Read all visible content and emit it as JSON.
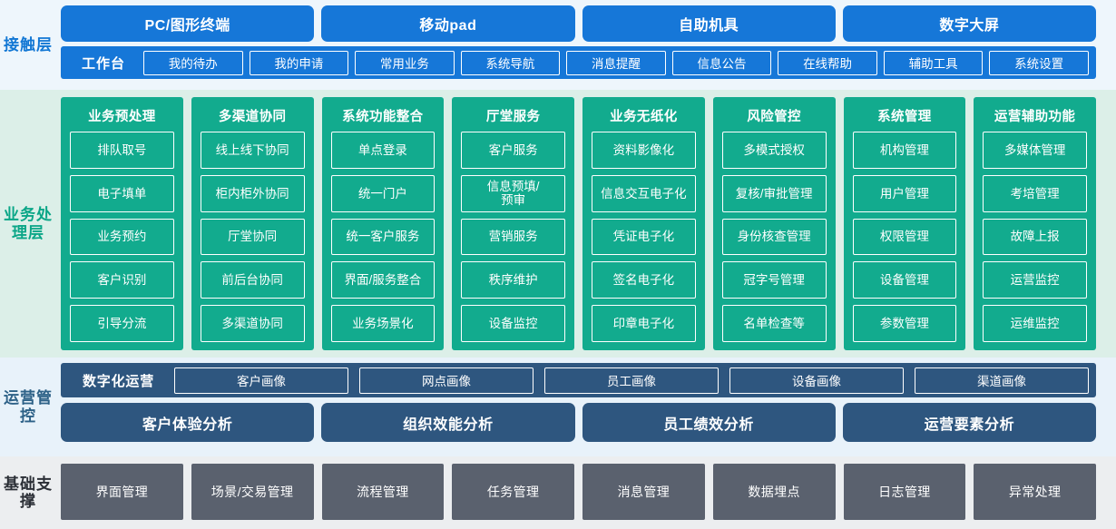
{
  "layers": {
    "contact": {
      "label": "接触层",
      "channels": [
        "PC/图形终端",
        "移动pad",
        "自助机具",
        "数字大屏"
      ],
      "quick_title": "工作台",
      "quick_items": [
        "我的待办",
        "我的申请",
        "常用业务",
        "系统导航",
        "消息提醒",
        "信息公告",
        "在线帮助",
        "辅助工具",
        "系统设置"
      ]
    },
    "business": {
      "label": "业务处理层",
      "columns": [
        {
          "title": "业务预处理",
          "items": [
            "排队取号",
            "电子填单",
            "业务预约",
            "客户识别",
            "引导分流"
          ]
        },
        {
          "title": "多渠道协同",
          "items": [
            "线上线下协同",
            "柜内柜外协同",
            "厅堂协同",
            "前后台协同",
            "多渠道协同"
          ]
        },
        {
          "title": "系统功能整合",
          "items": [
            "单点登录",
            "统一门户",
            "统一客户服务",
            "界面/服务整合",
            "业务场景化"
          ]
        },
        {
          "title": "厅堂服务",
          "items": [
            "客户服务",
            "信息预填/\n预审",
            "营销服务",
            "秩序维护",
            "设备监控"
          ]
        },
        {
          "title": "业务无纸化",
          "items": [
            "资料影像化",
            "信息交互电子化",
            "凭证电子化",
            "签名电子化",
            "印章电子化"
          ]
        },
        {
          "title": "风险管控",
          "items": [
            "多模式授权",
            "复核/审批管理",
            "身份核查管理",
            "冠字号管理",
            "名单检查等"
          ]
        },
        {
          "title": "系统管理",
          "items": [
            "机构管理",
            "用户管理",
            "权限管理",
            "设备管理",
            "参数管理"
          ]
        },
        {
          "title": "运营辅助功能",
          "items": [
            "多媒体管理",
            "考培管理",
            "故障上报",
            "运营监控",
            "运维监控"
          ]
        }
      ]
    },
    "operations": {
      "label": "运营管控",
      "portrait_title": "数字化运营",
      "portraits": [
        "客户画像",
        "网点画像",
        "员工画像",
        "设备画像",
        "渠道画像"
      ],
      "analyses": [
        "客户体验分析",
        "组织效能分析",
        "员工绩效分析",
        "运营要素分析"
      ]
    },
    "foundation": {
      "label": "基础支撑",
      "items": [
        "界面管理",
        "场景/交易管理",
        "流程管理",
        "任务管理",
        "消息管理",
        "数据埋点",
        "日志管理",
        "异常处理"
      ]
    }
  },
  "colors": {
    "contact_bg": "#eef6fc",
    "contact_accent": "#1677d8",
    "business_bg": "#dcefe8",
    "business_accent": "#12ab8e",
    "operations_bg": "#e8f2fa",
    "operations_accent": "#2e567f",
    "foundation_bg": "#eceef0",
    "foundation_accent": "#5a616e"
  }
}
